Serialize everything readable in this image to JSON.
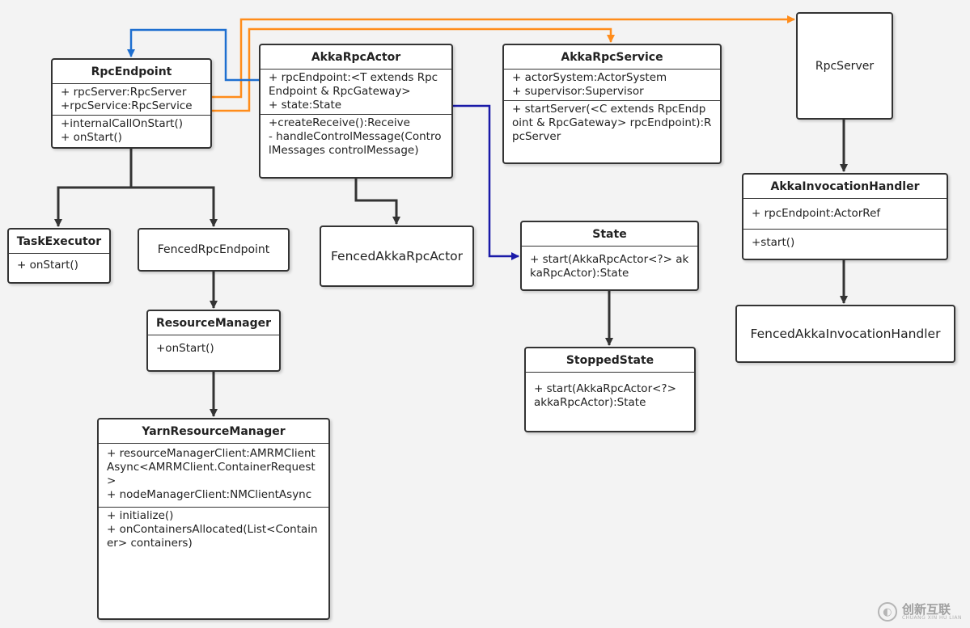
{
  "colors": {
    "black_edge": "#333333",
    "orange_edge": "#ff8c1a",
    "blue_edge": "#1e6fd0",
    "darkblue_edge": "#1a1aa8"
  },
  "classes": {
    "rpcEndpoint": {
      "title": "RpcEndpoint",
      "attributes": [
        "+ rpcServer:RpcServer",
        "+rpcService:RpcService"
      ],
      "methods": [
        "+internalCallOnStart()",
        "+ onStart()"
      ]
    },
    "akkaRpcActor": {
      "title": "AkkaRpcActor",
      "attributes": [
        "+ rpcEndpoint:<T extends RpcEndpoint & RpcGateway>",
        "+ state:State"
      ],
      "methods": [
        "+createReceive():Receive",
        "- handleControlMessage(ControlMessages controlMessage)"
      ]
    },
    "akkaRpcService": {
      "title": "AkkaRpcService",
      "attributes": [
        "+ actorSystem:ActorSystem",
        "+ supervisor:Supervisor"
      ],
      "methods": [
        "+ startServer(<C extends RpcEndpoint & RpcGateway> rpcEndpoint):RpcServer"
      ]
    },
    "rpcServer": {
      "title": "RpcServer"
    },
    "taskExecutor": {
      "title": "TaskExecutor",
      "methods": [
        "+ onStart()"
      ]
    },
    "fencedRpcEndpoint": {
      "title": "FencedRpcEndpoint"
    },
    "fencedAkkaRpcActor": {
      "title": "FencedAkkaRpcActor"
    },
    "state": {
      "title": "State",
      "methods": [
        "+ start(AkkaRpcActor<?> akkaRpcActor):State"
      ]
    },
    "akkaInvocationHandler": {
      "title": "AkkaInvocationHandler",
      "attributes": [
        "+ rpcEndpoint:ActorRef"
      ],
      "methods": [
        "+start()"
      ]
    },
    "fencedAkkaInvocationHandler": {
      "title": "FencedAkkaInvocationHandler"
    },
    "resourceManager": {
      "title": "ResourceManager",
      "methods": [
        "+onStart()"
      ]
    },
    "stoppedState": {
      "title": "StoppedState",
      "methods": [
        "+ start(AkkaRpcActor<?> akkaRpcActor):State"
      ]
    },
    "yarnResourceManager": {
      "title": "YarnResourceManager",
      "attributes": [
        "+ resourceManagerClient:AMRMClientAsync<AMRMClient.ContainerRequest>",
        "+ nodeManagerClient:NMClientAsync"
      ],
      "methods": [
        "+ initialize()",
        "+ onContainersAllocated(List<Container> containers)"
      ]
    }
  },
  "watermark": {
    "icon": "swirl-logo-icon",
    "text": "创新互联",
    "subtext": "CHUANG XIN HU LIAN"
  }
}
